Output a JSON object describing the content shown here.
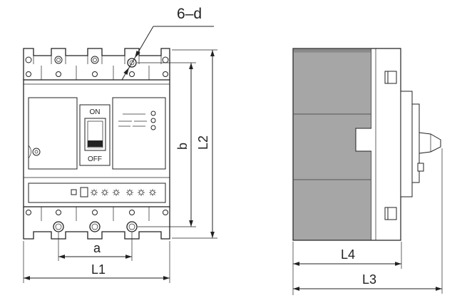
{
  "front_view": {
    "mounting_hole_callout": "6–d",
    "switch": {
      "on_label": "ON",
      "off_label": "OFF"
    }
  },
  "dimensions": {
    "vertical_hole_pitch": "b",
    "overall_height": "L2",
    "horizontal_hole_pitch": "a",
    "overall_width": "L1",
    "body_depth": "L4",
    "overall_depth": "L3"
  },
  "colors": {
    "line": "#222222",
    "body_fill": "#a6a6a6",
    "body_top_strip": "#8a8a8a",
    "background": "#ffffff"
  }
}
